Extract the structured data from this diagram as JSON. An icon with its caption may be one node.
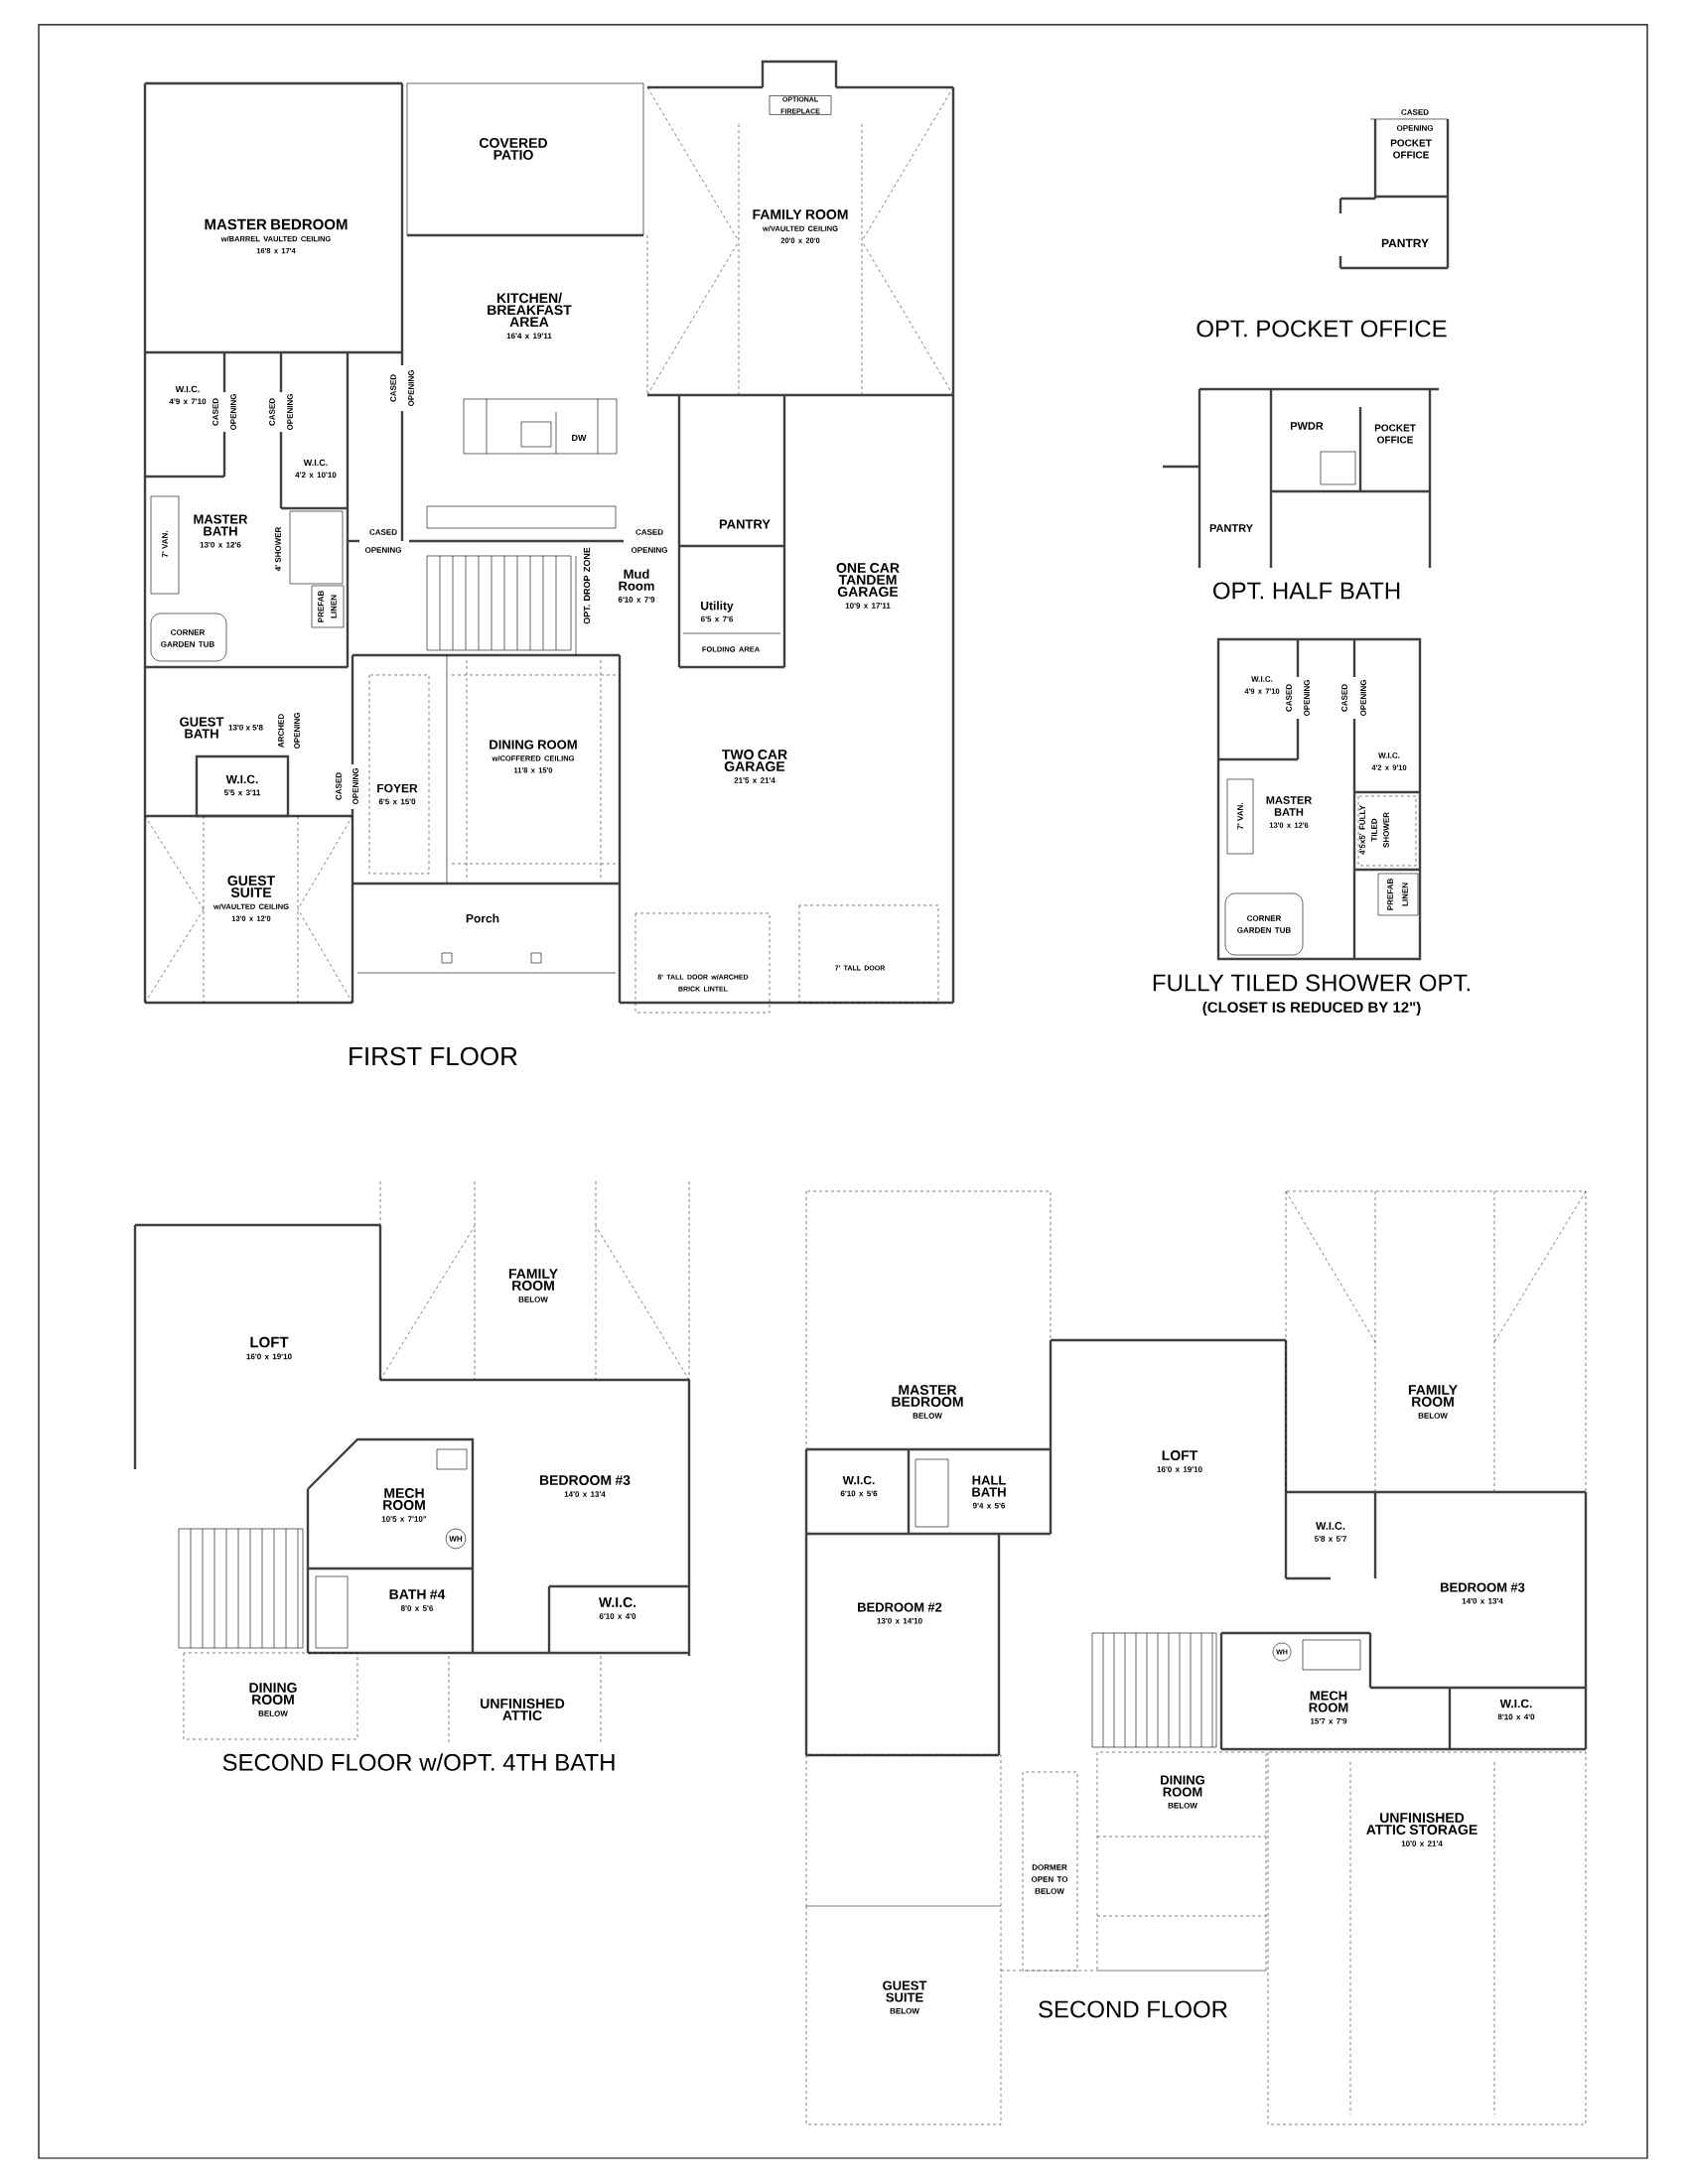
{
  "diagram": {
    "nodes": [
      {
        "text": [
          "MASTER BEDROOM",
          "w/BARREL VAULTED CEILING",
          "16'8 x 17'4"
        ]
      },
      {
        "text": [
          "COVERED PATIO"
        ]
      },
      {
        "text": [
          "KITCHEN/ BREAKFAST AREA",
          "16'4 x 19'11"
        ]
      },
      {
        "text": [
          "FAMILY ROOM",
          "w/VAULTED CEILING",
          "20'0 x 20'0"
        ]
      },
      {
        "text": [
          "OPTIONAL FIREPLACE"
        ]
      },
      {
        "text": [
          "W.I.C.",
          "4'9 x 7'10"
        ]
      },
      {
        "text": [
          "W.I.C.",
          "4'2 x 10'10"
        ]
      },
      {
        "text": [
          "MASTER BATH",
          "13'0 x 12'6"
        ]
      },
      {
        "text": [
          "PANTRY"
        ]
      },
      {
        "text": [
          "Mud Room",
          "6'10 x 7'9"
        ]
      },
      {
        "text": [
          "OPT. DROP ZONE"
        ]
      },
      {
        "text": [
          "Utility",
          "6'5 x 7'6"
        ]
      },
      {
        "text": [
          "FOLDING AREA"
        ]
      },
      {
        "text": [
          "ONE CAR TANDEM GARAGE",
          "10'9 x 17'11"
        ]
      },
      {
        "text": [
          "GUEST BATH",
          "13'0 x 5'8"
        ]
      },
      {
        "text": [
          "W.I.C.",
          "5'5 x 3'11"
        ]
      },
      {
        "text": [
          "FOYER",
          "6'5 x 15'0"
        ]
      },
      {
        "text": [
          "DINING ROOM",
          "w/COFFERED CEILING",
          "11'8 x 15'0"
        ]
      },
      {
        "text": [
          "TWO CAR GARAGE",
          "21'5 x 21'4"
        ]
      },
      {
        "text": [
          "GUEST SUITE",
          "w/VAULTED CEILING",
          "13'0 x 12'0"
        ]
      },
      {
        "text": [
          "Porch"
        ]
      },
      {
        "text": [
          "8' TALL DOOR w/ARCHED BRICK LINTEL"
        ]
      },
      {
        "text": [
          "7' TALL DOOR"
        ]
      },
      {
        "text": [
          "POCKET OFFICE"
        ]
      },
      {
        "text": [
          "PANTRY"
        ]
      },
      {
        "text": [
          "PWDR"
        ]
      },
      {
        "text": [
          "POCKET OFFICE"
        ]
      },
      {
        "text": [
          "PANTRY"
        ]
      },
      {
        "text": [
          "W.I.C.",
          "4'9 x 7'10"
        ]
      },
      {
        "text": [
          "W.I.C.",
          "4'2 x 9'10"
        ]
      },
      {
        "text": [
          "MASTER BATH",
          "13'0 x 12'6"
        ]
      },
      {
        "text": [
          "LOFT",
          "16'0 x 19'10"
        ]
      },
      {
        "text": [
          "FAMILY ROOM",
          "BELOW"
        ]
      },
      {
        "text": [
          "MECH ROOM",
          "10'5 x 7'10\""
        ]
      },
      {
        "text": [
          "WH"
        ]
      },
      {
        "text": [
          "BEDROOM #3",
          "14'0 x 13'4"
        ]
      },
      {
        "text": [
          "BATH #4",
          "8'0 x 5'6"
        ]
      },
      {
        "text": [
          "W.I.C.",
          "6'10 x 4'0"
        ]
      },
      {
        "text": [
          "DINING ROOM",
          "BELOW"
        ]
      },
      {
        "text": [
          "UNFINISHED ATTIC"
        ]
      },
      {
        "text": [
          "MASTER BEDROOM",
          "BELOW"
        ]
      },
      {
        "text": [
          "LOFT",
          "16'0 x 19'10"
        ]
      },
      {
        "text": [
          "FAMILY ROOM",
          "BELOW"
        ]
      },
      {
        "text": [
          "W.I.C.",
          "6'10 x 5'6"
        ]
      },
      {
        "text": [
          "HALL BATH",
          "9'4 x 5'6"
        ]
      },
      {
        "text": [
          "W.I.C.",
          "5'8 x 5'7"
        ]
      },
      {
        "text": [
          "BEDROOM #3",
          "14'0 x 13'4"
        ]
      },
      {
        "text": [
          "BEDROOM #2",
          "13'0 x 14'10"
        ]
      },
      {
        "text": [
          "WH"
        ]
      },
      {
        "text": [
          "MECH ROOM",
          "15'7 x 7'9"
        ]
      },
      {
        "text": [
          "W.I.C.",
          "8'10 x 4'0"
        ]
      },
      {
        "text": [
          "DINING ROOM",
          "BELOW"
        ]
      },
      {
        "text": [
          "DORMER OPEN TO BELOW"
        ]
      },
      {
        "text": [
          "UNFINISHED ATTIC STORAGE",
          "10'0 x 21'4"
        ]
      },
      {
        "text": [
          "GUEST SUITE",
          "BELOW"
        ]
      }
    ],
    "labels": [
      "CASED",
      "OPENING",
      "OPT. POCKET OFFICE",
      "OPT. HALF BATH",
      "CASED",
      "OPENING",
      "CASED",
      "OPENING",
      "CASED",
      "OPENING",
      "DW",
      "7' VAN.",
      "4' SHOWER",
      "CASED",
      "OPENING",
      "CASED",
      "OPENING",
      "CORNER GARDEN TUB",
      "PREFAB",
      "LINEN",
      "ARCHED",
      "OPENING",
      "CASED",
      "OPENING",
      "FIRST FLOOR",
      "CASED",
      "OPENING",
      "CASED",
      "OPENING",
      "7' VAN.",
      "4'5x5' FULLY TILED SHOWER",
      "PREFAB",
      "LINEN",
      "CORNER GARDEN TUB",
      "FULLY TILED SHOWER OPT.",
      "(CLOSET IS REDUCED BY 12\")",
      "SECOND FLOOR w/OPT. 4TH BATH",
      "SECOND FLOOR"
    ]
  }
}
